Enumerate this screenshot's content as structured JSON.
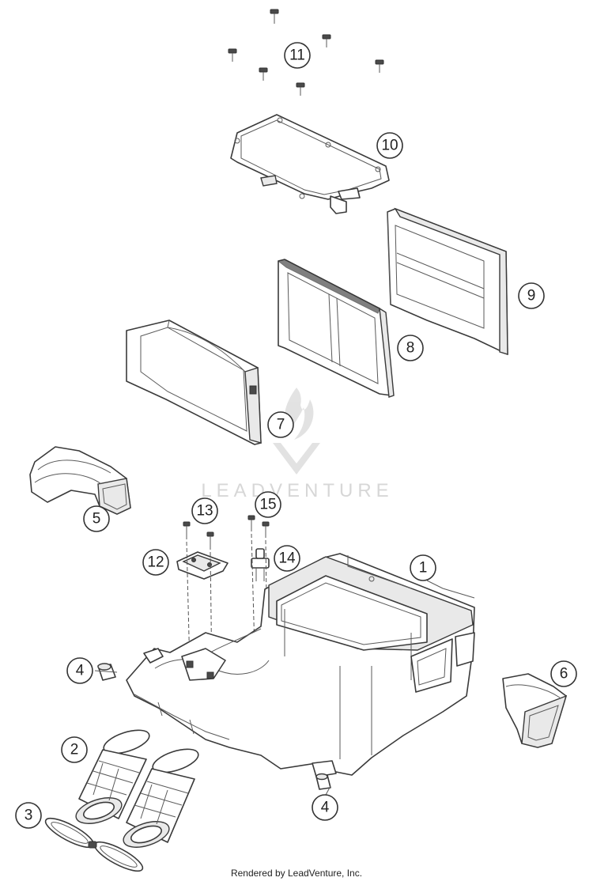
{
  "callouts": [
    {
      "id": "1",
      "label": "1"
    },
    {
      "id": "2",
      "label": "2"
    },
    {
      "id": "3",
      "label": "3"
    },
    {
      "id": "4a",
      "label": "4"
    },
    {
      "id": "4b",
      "label": "4"
    },
    {
      "id": "5",
      "label": "5"
    },
    {
      "id": "6",
      "label": "6"
    },
    {
      "id": "7",
      "label": "7"
    },
    {
      "id": "8",
      "label": "8"
    },
    {
      "id": "9",
      "label": "9"
    },
    {
      "id": "10",
      "label": "10"
    },
    {
      "id": "11",
      "label": "11"
    },
    {
      "id": "12",
      "label": "12"
    },
    {
      "id": "13",
      "label": "13"
    },
    {
      "id": "14",
      "label": "14"
    },
    {
      "id": "15",
      "label": "15"
    }
  ],
  "watermark": {
    "text": "LEADVENTURE"
  },
  "footer": {
    "text": "Rendered by LeadVenture, Inc."
  },
  "colors": {
    "line": "#3a3a3a",
    "watermark": "#d7d7d7"
  }
}
